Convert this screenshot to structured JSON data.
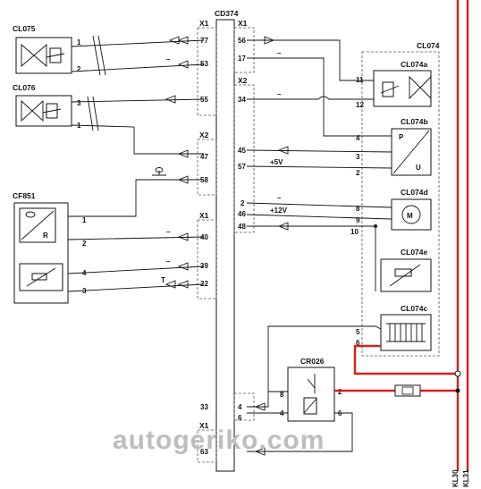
{
  "components": {
    "cd374": "CD374",
    "cl075": "CL075",
    "cl076": "CL076",
    "cf851": "CF851",
    "cl074": "CL074",
    "cl074a": "CL074a",
    "cl074b": "CL074b",
    "cl074d": "CL074d",
    "cl074e": "CL074e",
    "cl074c": "CL074c",
    "cr026": "CR026"
  },
  "connectors": {
    "x1": "X1",
    "x2": "X2"
  },
  "pins_left": {
    "p77": "77",
    "p53": "53",
    "p55": "55",
    "p47": "47",
    "p58": "58",
    "p40": "40",
    "p39": "39",
    "p22": "22",
    "p33": "33",
    "p63": "63"
  },
  "pins_right": {
    "p56": "56",
    "p17": "17",
    "p34": "34",
    "p45": "45",
    "p57": "57",
    "p2": "2",
    "p46": "46",
    "p48": "48",
    "p4": "4",
    "p6": "6"
  },
  "terminals": {
    "n1": "1",
    "n2": "2",
    "n3": "3",
    "n4": "4",
    "n5": "5",
    "n6": "6",
    "n8": "8",
    "n9": "9",
    "n10": "10",
    "n11": "11",
    "n12": "12"
  },
  "symbols": {
    "minus": "–",
    "plus5v": "+5V",
    "plus12v": "+12V",
    "P": "P",
    "U": "U",
    "R": "R",
    "T": "T",
    "M": "M"
  },
  "supply": {
    "kl30": "KL30",
    "kl31": "KL31",
    "red_color": "#d8201a"
  },
  "watermark": "autogeriko.com"
}
